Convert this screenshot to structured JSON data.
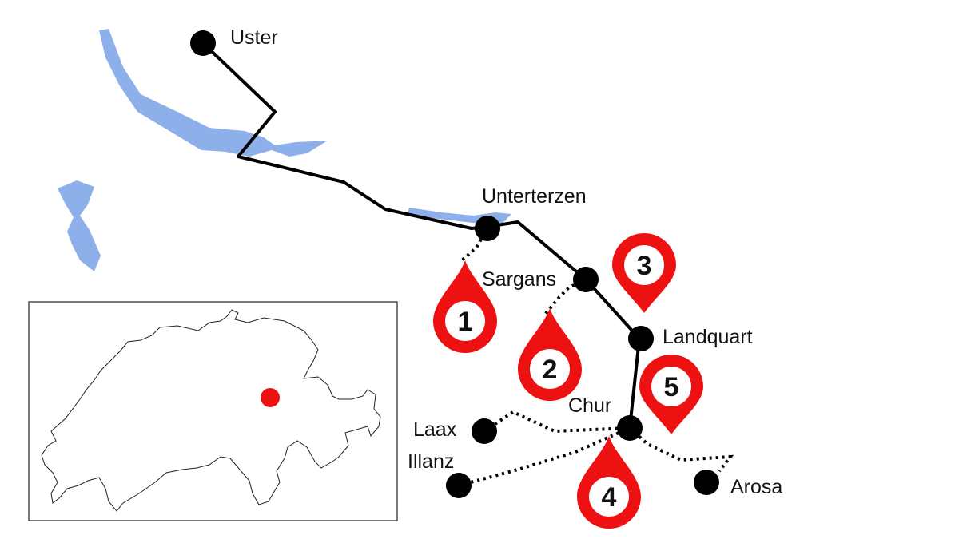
{
  "colors": {
    "lake": "#8eb0ea",
    "route": "#000000",
    "pin": "#ee1111",
    "inset_dot": "#ee1111"
  },
  "stations": [
    {
      "id": "uster",
      "label": "Uster"
    },
    {
      "id": "unterterzen",
      "label": "Unterterzen"
    },
    {
      "id": "sargans",
      "label": "Sargans"
    },
    {
      "id": "landquart",
      "label": "Landquart"
    },
    {
      "id": "chur",
      "label": "Chur"
    },
    {
      "id": "laax",
      "label": "Laax"
    },
    {
      "id": "illanz",
      "label": "Illanz"
    },
    {
      "id": "arosa",
      "label": "Arosa"
    }
  ],
  "pins": [
    {
      "number": "1",
      "style": "drop"
    },
    {
      "number": "2",
      "style": "drop"
    },
    {
      "number": "3",
      "style": "map-pin"
    },
    {
      "number": "4",
      "style": "drop"
    },
    {
      "number": "5",
      "style": "map-pin"
    }
  ],
  "inset": {
    "content": "switzerland-outline"
  }
}
